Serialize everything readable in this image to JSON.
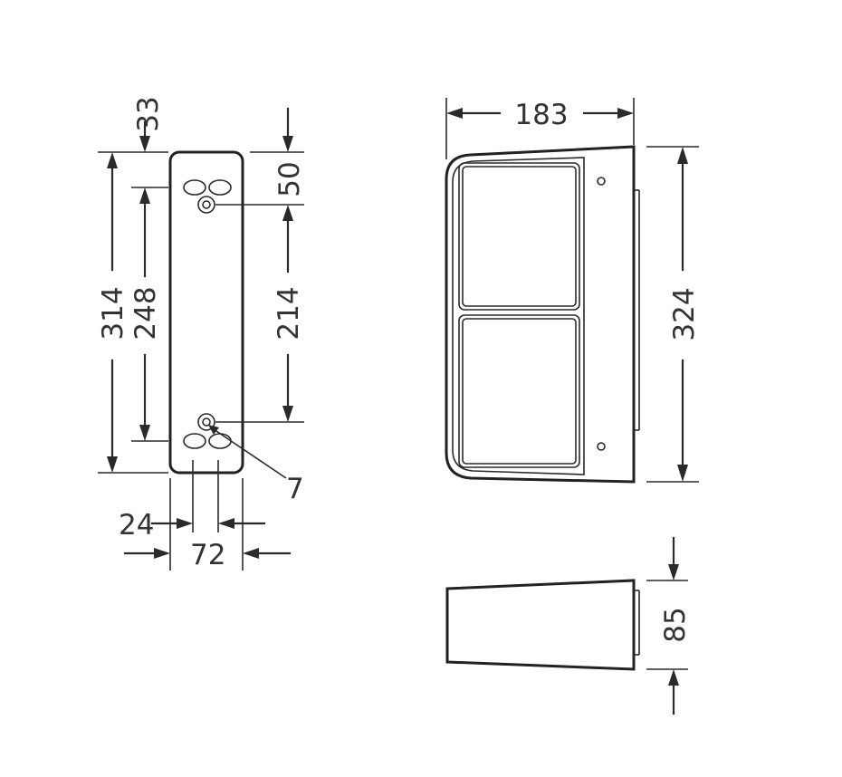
{
  "dimensions": {
    "bracket_top_offset": "33",
    "bracket_height": "314",
    "hole_spacing_outer": "248",
    "hole_top_offset": "50",
    "hole_spacing": "214",
    "hole_diameter": "7",
    "hole_side_offset": "24",
    "bracket_width": "72",
    "housing_width": "183",
    "housing_height": "324",
    "housing_depth": "85"
  }
}
